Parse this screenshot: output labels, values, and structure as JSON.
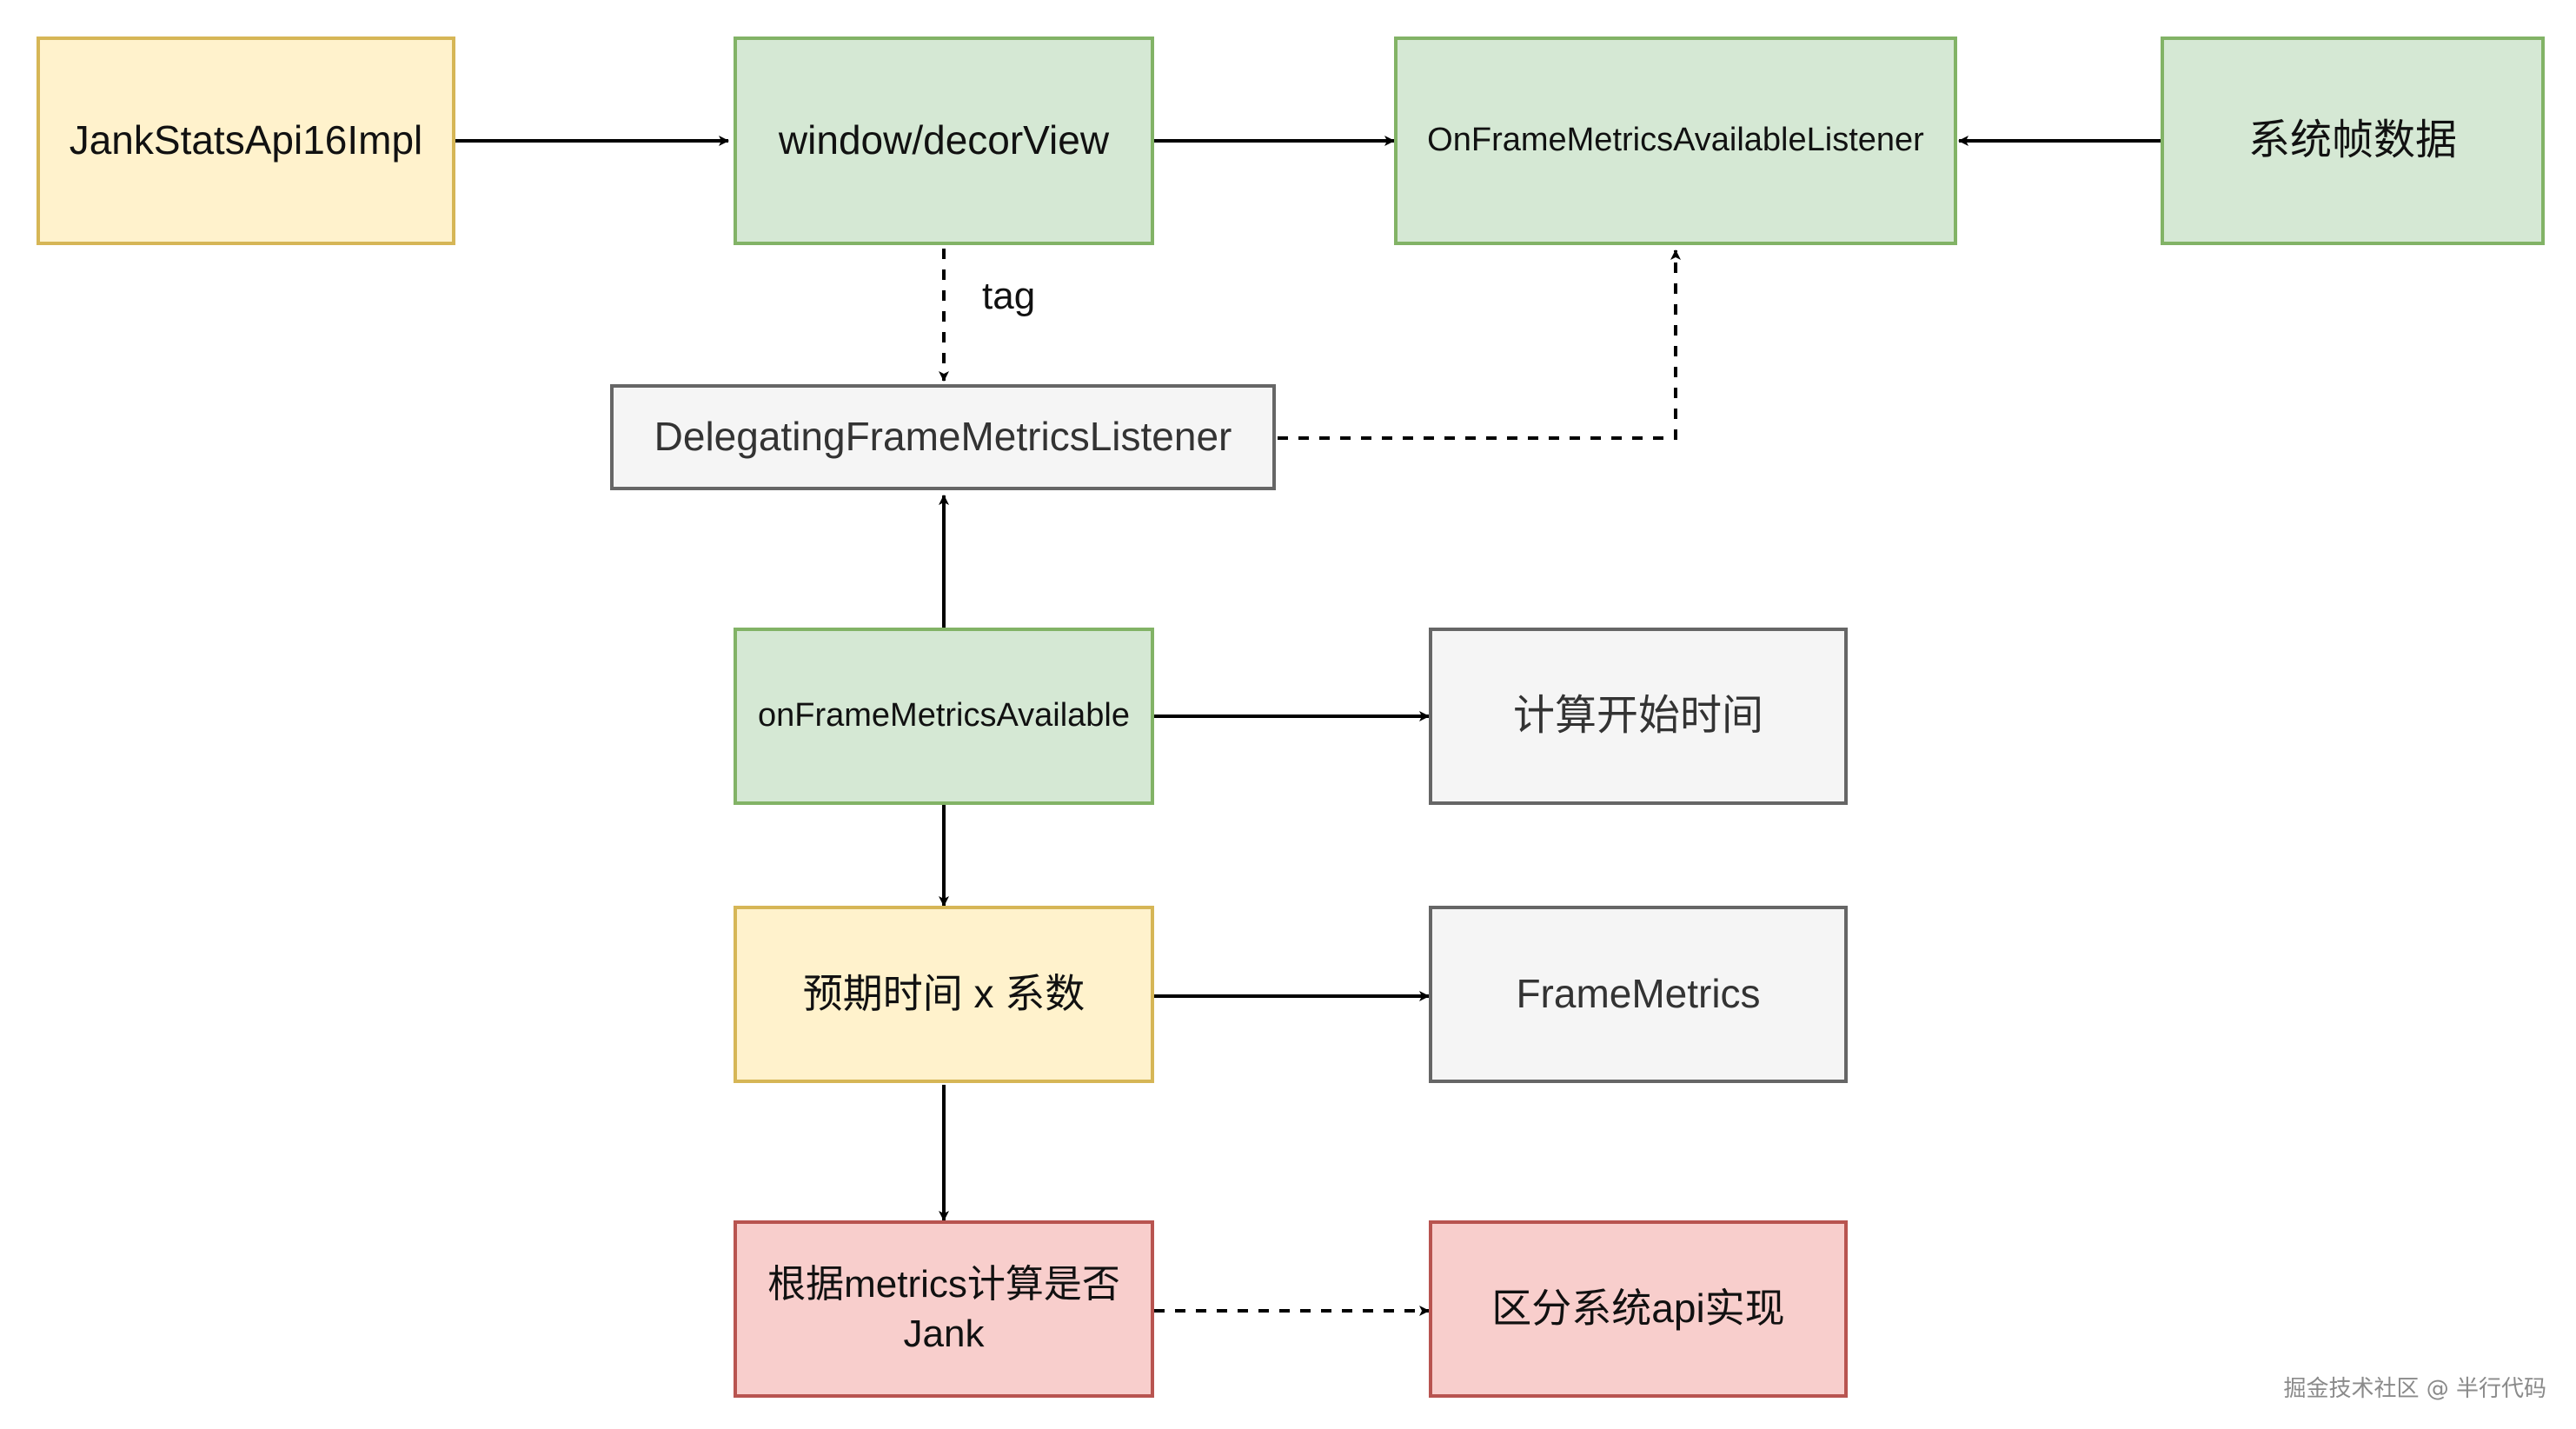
{
  "nodes": {
    "jank_stats_api16": "JankStatsApi16Impl",
    "window_decor_view": "window/decorView",
    "on_frame_metrics_available_listener": "OnFrameMetricsAvailableListener",
    "system_frame_data": "系统帧数据",
    "delegating_listener": "DelegatingFrameMetricsListener",
    "on_frame_metrics_available": "onFrameMetricsAvailable",
    "compute_start_time": "计算开始时间",
    "expected_time_factor": "预期时间 x 系数",
    "frame_metrics": "FrameMetrics",
    "compute_is_jank": "根据metrics计算是否\nJank",
    "distinguish_system_api": "区分系统api实现"
  },
  "edge_labels": {
    "tag": "tag"
  },
  "watermark": "掘金技术社区 @ 半行代码",
  "colors": {
    "yellow_fill": "#fff2cc",
    "yellow_stroke": "#d6b656",
    "green_fill": "#d5e8d4",
    "green_stroke": "#82b366",
    "grey_fill": "#f5f5f5",
    "grey_stroke": "#666666",
    "red_fill": "#f8cecc",
    "red_stroke": "#b85450"
  }
}
